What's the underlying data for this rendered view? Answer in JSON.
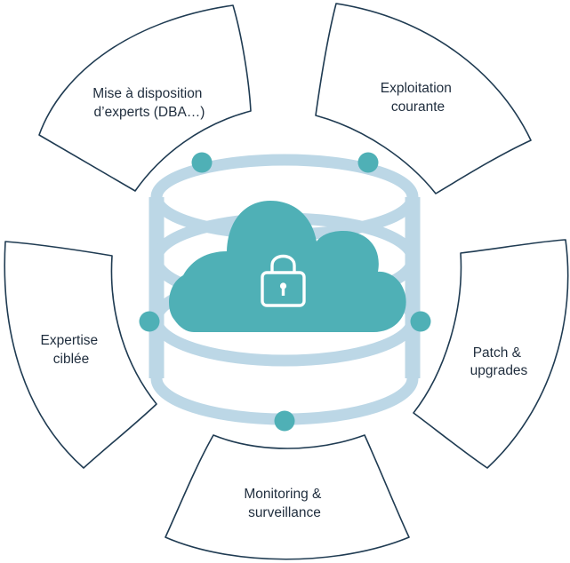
{
  "colors": {
    "accent": "#4fb0b6",
    "database": "#bcd7e6",
    "outline": "#1f3b52",
    "text": "#1f2d3d"
  },
  "segments": [
    {
      "id": "experts",
      "lines": [
        "Mise à disposition",
        "d’experts (DBA…)"
      ]
    },
    {
      "id": "exploitation",
      "lines": [
        "Exploitation",
        "courante"
      ]
    },
    {
      "id": "patch",
      "lines": [
        "Patch &",
        "upgrades"
      ]
    },
    {
      "id": "monitoring",
      "lines": [
        "Monitoring &",
        "surveillance"
      ]
    },
    {
      "id": "expertise",
      "lines": [
        "Expertise",
        "ciblée"
      ]
    }
  ],
  "center": {
    "icons": [
      "database-icon",
      "cloud-icon",
      "lock-icon"
    ]
  }
}
